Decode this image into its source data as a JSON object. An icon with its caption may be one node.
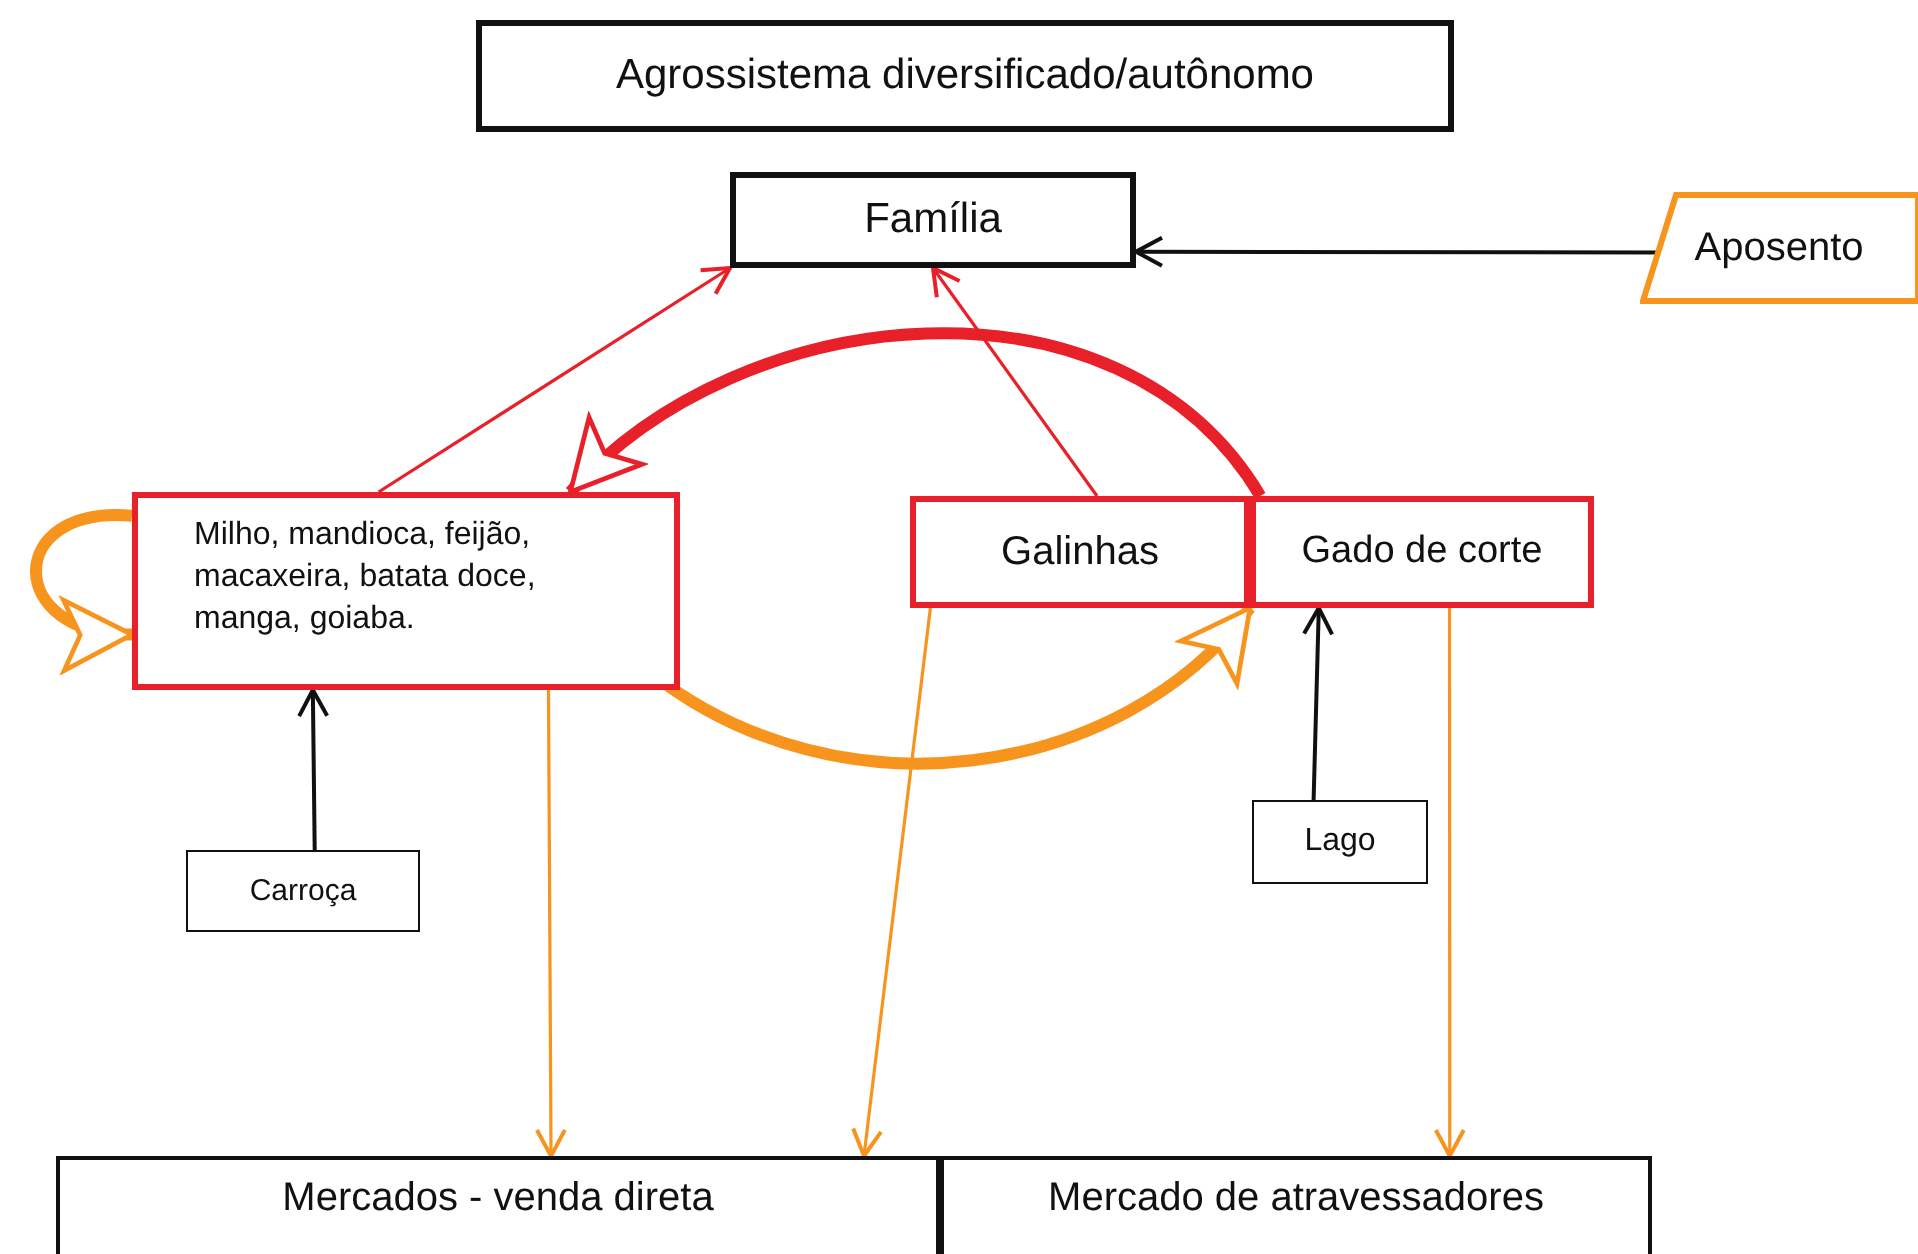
{
  "diagram": {
    "nodes": [
      {
        "text": [
          "Agrossistema diversificado/autônomo"
        ]
      },
      {
        "text": [
          "Família"
        ]
      },
      {
        "text": [
          "Aposento"
        ]
      },
      {
        "text": [
          "Milho, mandioca, feijão, macaxeira, batata doce, manga, goiaba."
        ]
      },
      {
        "text": [
          "Galinhas"
        ]
      },
      {
        "text": [
          "Gado de corte"
        ]
      },
      {
        "text": [
          "Carroça"
        ]
      },
      {
        "text": [
          "Lago"
        ]
      },
      {
        "text": [
          "Mercados - venda direta"
        ]
      },
      {
        "text": [
          "Mercado de atravessadores"
        ]
      }
    ],
    "edges": [
      {
        "from": 2,
        "to": 1,
        "arrow": "to",
        "color": "#111111"
      },
      {
        "from": 3,
        "to": 1,
        "arrow": "to",
        "color": "#e8202a"
      },
      {
        "from": 4,
        "to": 1,
        "arrow": "to",
        "color": "#e8202a"
      },
      {
        "from": 5,
        "to": 3,
        "arrow": "to",
        "style": "thick",
        "color": "#e8202a"
      },
      {
        "from": 3,
        "to": 3,
        "arrow": "to",
        "style": "thick",
        "color": "#f7941d"
      },
      {
        "from": 3,
        "to": 5,
        "arrow": "to",
        "style": "thick",
        "color": "#f7941d"
      },
      {
        "from": 6,
        "to": 3,
        "arrow": "to",
        "color": "#111111"
      },
      {
        "from": 7,
        "to": 5,
        "arrow": "to",
        "color": "#111111"
      },
      {
        "from": 3,
        "to": 8,
        "arrow": "to",
        "color": "#f7941d"
      },
      {
        "from": 4,
        "to": 8,
        "arrow": "to",
        "color": "#f7941d"
      },
      {
        "from": 5,
        "to": 9,
        "arrow": "to",
        "color": "#f7941d"
      }
    ]
  }
}
